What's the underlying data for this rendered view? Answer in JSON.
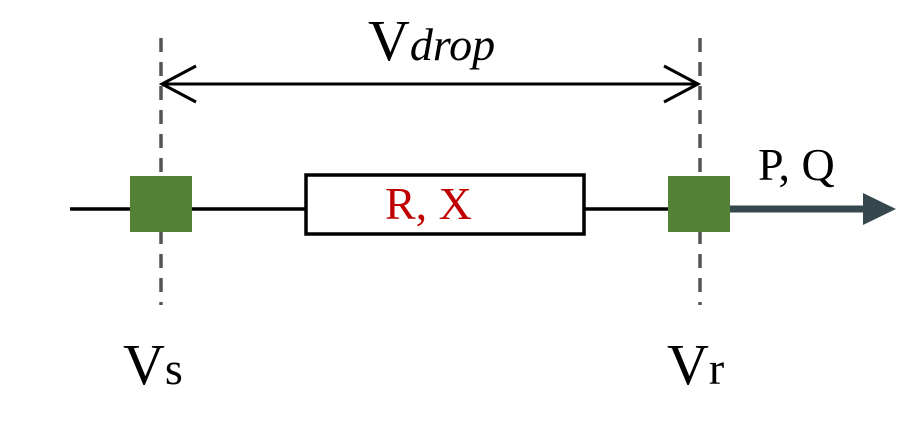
{
  "labels": {
    "vdrop_main": "V",
    "vdrop_sub": "drop",
    "impedance": "R, X",
    "power": "P, Q",
    "vs_main": "V",
    "vs_sub": "s",
    "vr_main": "V",
    "vr_sub": "r"
  },
  "colors": {
    "line": "#000000",
    "bus": "#538135",
    "arrow": "#37474f",
    "impedance_text": "#c00000",
    "dashed": "#555555"
  }
}
